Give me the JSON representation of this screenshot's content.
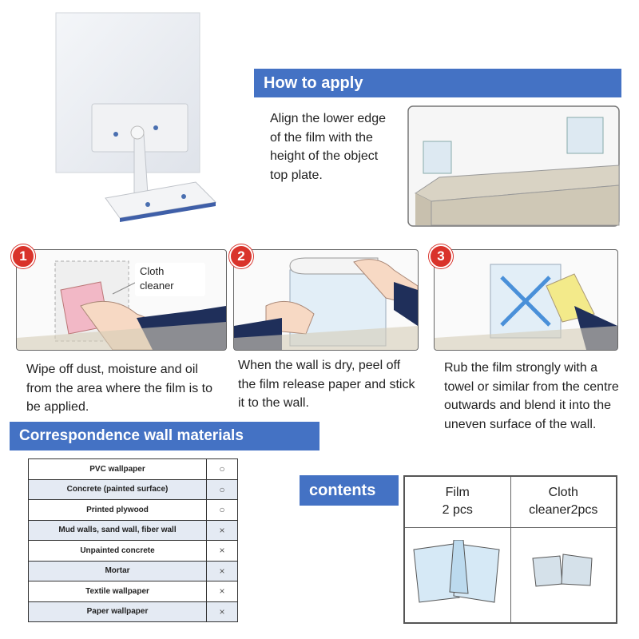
{
  "how_to_apply": {
    "title": "How to apply",
    "intro": "Align the lower edge of the film with the height of the object top plate."
  },
  "steps": [
    {
      "number": "1",
      "label": "Cloth cleaner",
      "caption": "Wipe off dust, moisture and oil from the area where the film is to be applied."
    },
    {
      "number": "2",
      "caption": "When the wall is dry, peel off the film release paper and stick it to the wall."
    },
    {
      "number": "3",
      "caption": "Rub the film strongly with a towel or similar from the centre outwards and blend it into the uneven surface of the wall."
    }
  ],
  "materials": {
    "title": "Correspondence wall materials",
    "rows": [
      {
        "name": "PVC wallpaper",
        "mark": "○"
      },
      {
        "name": "Concrete (painted surface)",
        "mark": "○"
      },
      {
        "name": "Printed plywood",
        "mark": "○"
      },
      {
        "name": "Mud walls, sand wall, fiber wall",
        "mark": "×"
      },
      {
        "name": "Unpainted concrete",
        "mark": "×"
      },
      {
        "name": "Mortar",
        "mark": "×"
      },
      {
        "name": "Textile wallpaper",
        "mark": "×"
      },
      {
        "name": "Paper wallpaper",
        "mark": "×"
      }
    ]
  },
  "contents": {
    "title": "contents",
    "items": [
      {
        "name": "Film",
        "qty": "2 pcs"
      },
      {
        "name": "Cloth",
        "qty": "cleaner2pcs"
      }
    ]
  },
  "colors": {
    "accent": "#4472c4",
    "step": "#d9332b"
  }
}
